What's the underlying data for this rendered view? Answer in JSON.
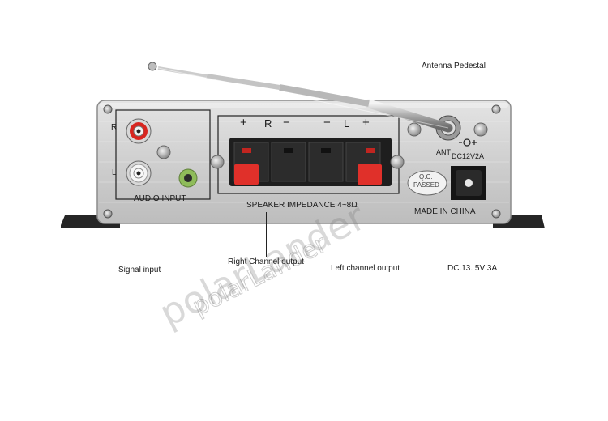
{
  "panel": {
    "channel_r": "R",
    "channel_l": "L",
    "audio_input": "AUDIO INPUT",
    "speaker_r": "R",
    "speaker_l": "L",
    "speaker_impedance": "SPEAKER IMPEDANCE 4~8Ω",
    "ant": "ANT",
    "dc_rating": "DC12V2A",
    "qc_line1": "Q.C.",
    "qc_line2": "PASSED",
    "made_in": "MADE IN CHINA"
  },
  "callouts": {
    "antenna": "Antenna Pedestal",
    "signal": "Signal input",
    "right": "Right  Channel output",
    "left": "Left channel  output",
    "dc": "DC.13. 5V 3A"
  },
  "watermark": {
    "main": "polarLander",
    "secondary": "polarLander"
  },
  "colors": {
    "panel": "#d4d4d4",
    "red_terminal": "#e0302a",
    "rca_red": "#d8251f",
    "jack_green": "#8fbc5a"
  }
}
